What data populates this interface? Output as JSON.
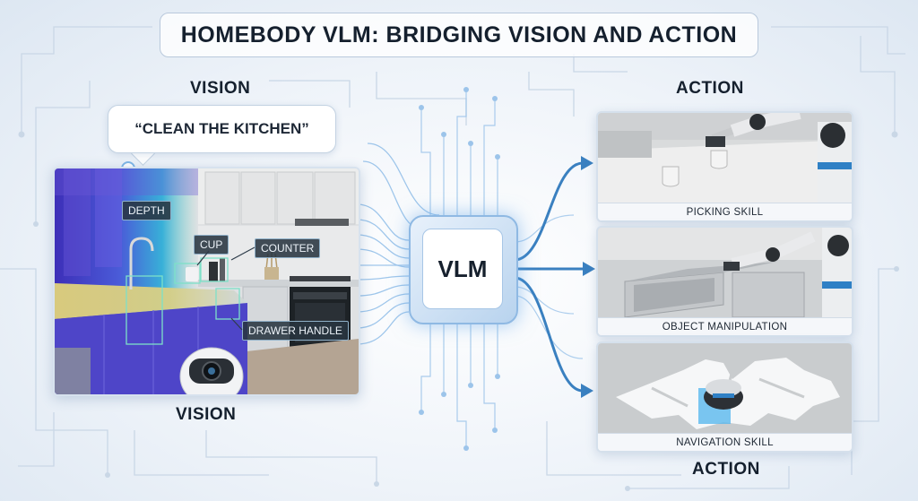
{
  "title": "HOMEBODY VLM: BRIDGING VISION AND ACTION",
  "headings": {
    "vision_top": "VISION",
    "vision_bottom": "VISION",
    "action_top": "ACTION",
    "action_bottom": "ACTION"
  },
  "instruction": "“CLEAN THE KITCHEN”",
  "scene": {
    "labels": {
      "depth": "DEPTH",
      "cup": "CUP",
      "counter": "COUNTER",
      "drawer_handle": "DRAWER HANDLE"
    }
  },
  "chip": {
    "label": "VLM"
  },
  "skills": [
    {
      "label": "PICKING SKILL"
    },
    {
      "label": "OBJECT MANIPULATION"
    },
    {
      "label": "NAVIGATION SKILL"
    }
  ],
  "colors": {
    "accent": "#3f86c6",
    "arrow": "#3a80c0",
    "circuit": "#c4d4e4",
    "chip_glow": "#5aa0e6"
  }
}
